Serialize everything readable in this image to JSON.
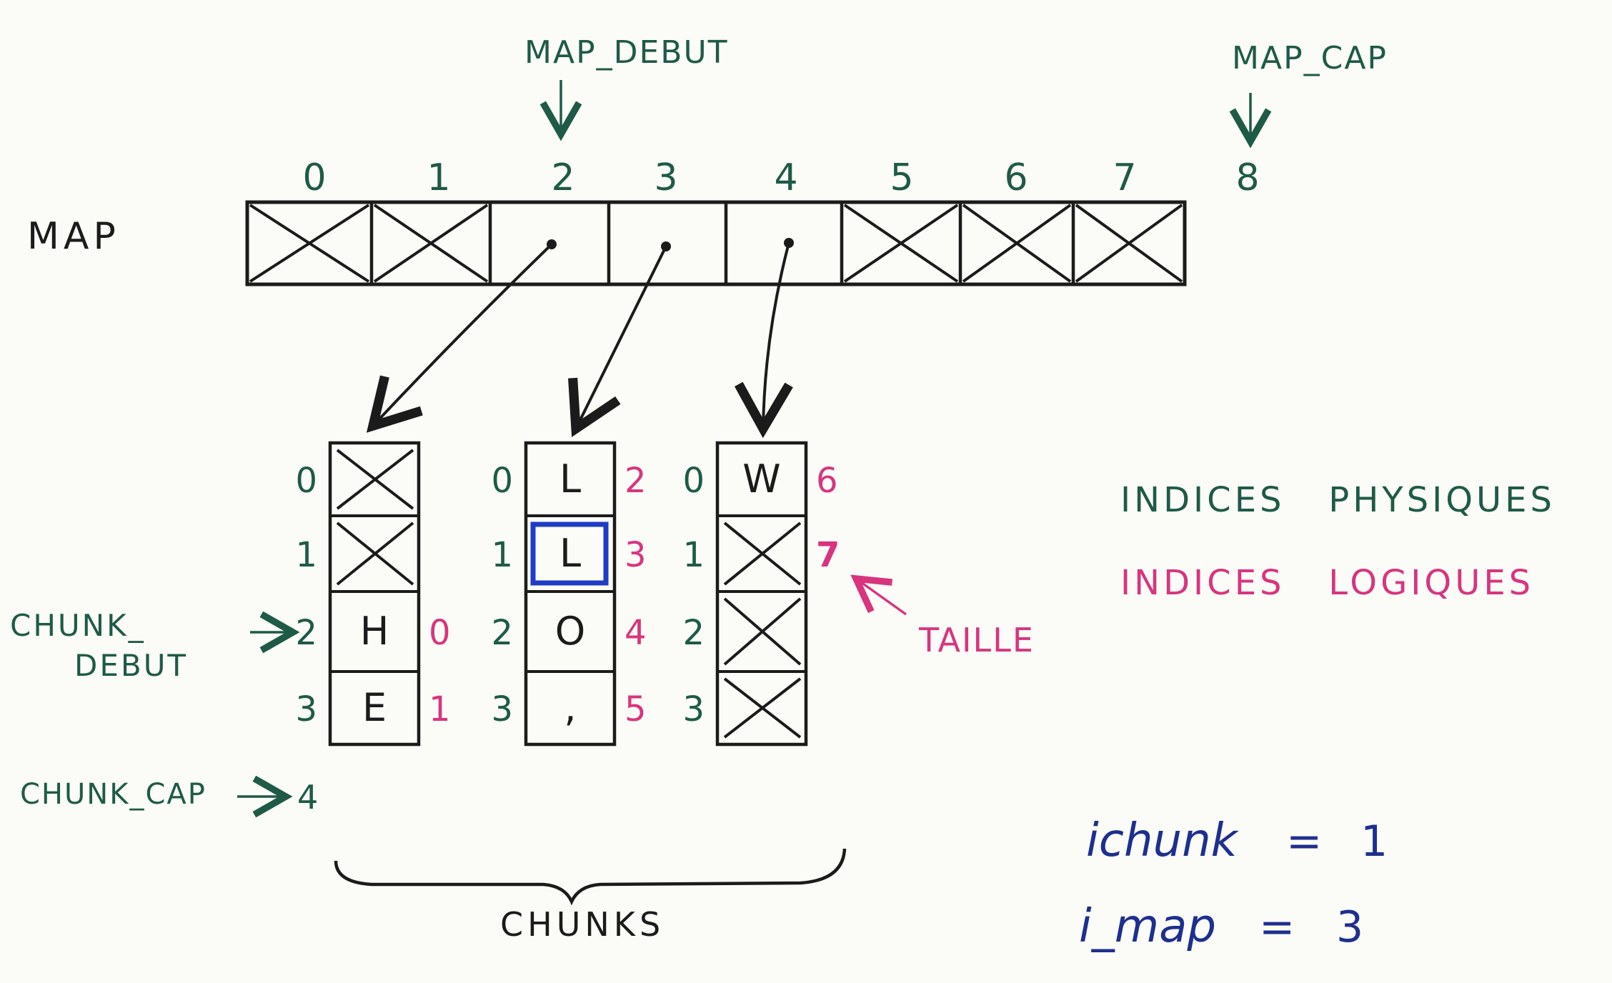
{
  "colors": {
    "ink": "#1b1b1b",
    "green": "#1f5a47",
    "pink": "#d8357e",
    "blue": "#1f2f8e",
    "highlight": "#1e3cc6",
    "paper": "#fbfbf7"
  },
  "map": {
    "label": "MAP",
    "indices": [
      "0",
      "1",
      "2",
      "3",
      "4",
      "5",
      "6",
      "7",
      "8"
    ],
    "cells": [
      {
        "state": "empty"
      },
      {
        "state": "empty"
      },
      {
        "state": "pointer"
      },
      {
        "state": "pointer"
      },
      {
        "state": "pointer"
      },
      {
        "state": "empty"
      },
      {
        "state": "empty"
      },
      {
        "state": "empty"
      }
    ],
    "debut_label": "MAP_DEBUT",
    "cap_label": "MAP_CAP"
  },
  "chunks": {
    "brace_label": "CHUNKS",
    "chunk_debut_label_1": "CHUNK_",
    "chunk_debut_label_2": "DEBUT",
    "chunk_debut_arrow_value": "2",
    "chunk_cap_label": "CHUNK_CAP",
    "chunk_cap_value": "4",
    "list": [
      {
        "physical": [
          "0",
          "1",
          "2",
          "3"
        ],
        "cells": [
          "",
          "",
          "H",
          "E"
        ],
        "crossed": [
          true,
          true,
          false,
          false
        ],
        "logical": [
          "",
          "",
          "0",
          "1"
        ]
      },
      {
        "physical": [
          "0",
          "1",
          "2",
          "3"
        ],
        "cells": [
          "L",
          "L",
          "O",
          ","
        ],
        "crossed": [
          false,
          false,
          false,
          false
        ],
        "logical": [
          "2",
          "3",
          "4",
          "5"
        ],
        "highlight_index": 1
      },
      {
        "physical": [
          "0",
          "1",
          "2",
          "3"
        ],
        "cells": [
          "W",
          "",
          "",
          ""
        ],
        "crossed": [
          false,
          true,
          true,
          true
        ],
        "logical": [
          "6",
          "7",
          "",
          ""
        ]
      }
    ]
  },
  "taille_label": "TAILLE",
  "legend": {
    "physical": "INDICES   PHYSIQUES",
    "logical": "INDICES   LOGIQUES"
  },
  "vars": {
    "ichunk_name": "ichunk",
    "ichunk_eq": "=",
    "ichunk_value": "1",
    "imap_name": "i_map",
    "imap_eq": "=",
    "imap_value": "3"
  }
}
